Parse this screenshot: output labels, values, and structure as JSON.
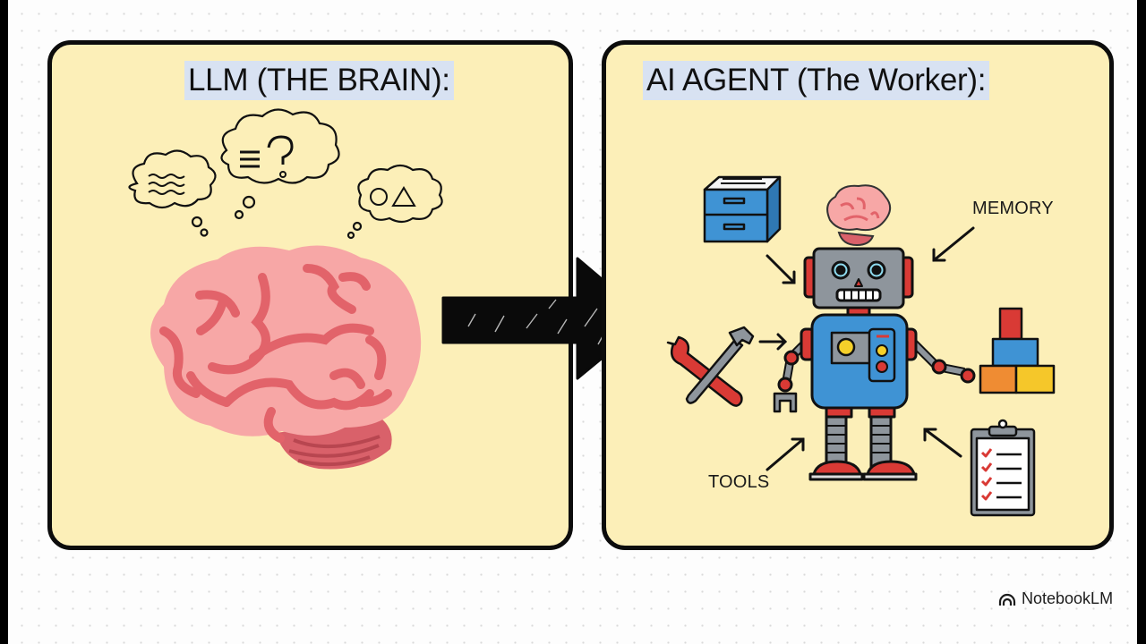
{
  "left_panel": {
    "title": "LLM (THE BRAIN):",
    "illustration": "brain",
    "thought_bubbles": [
      "wavy-lines-bubble",
      "lines-question-bubble",
      "circle-triangle-bubble"
    ]
  },
  "transition_arrow": "arrow-right-icon",
  "right_panel": {
    "title": "AI AGENT (The Worker):",
    "illustration": "robot",
    "labels": {
      "memory": "MEMORY",
      "tools": "TOOLS"
    },
    "items": [
      "filing-cabinet",
      "brain",
      "wrench-hammer",
      "building-blocks",
      "checklist-clipboard"
    ]
  },
  "brand": {
    "name": "NotebookLM",
    "icon": "notebooklm-logo-icon"
  },
  "colors": {
    "panel_bg": "#fcefb8",
    "panel_border": "#0c0c0c",
    "title_highlight": "#d8e2f2",
    "brain_pink": "#f7a7a6",
    "brain_fold": "#e2636a",
    "robot_blue": "#3f93d4",
    "robot_gray": "#8e959c",
    "robot_red": "#d93a35"
  }
}
